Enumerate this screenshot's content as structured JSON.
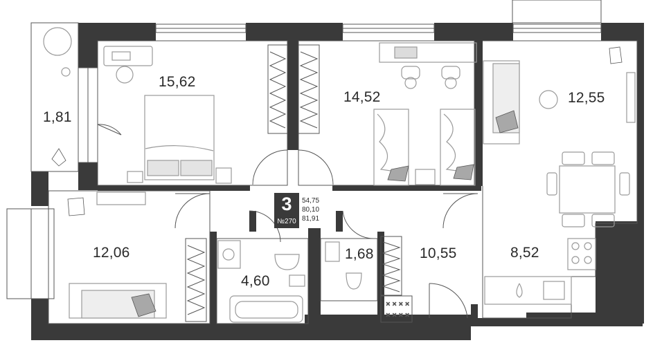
{
  "apartment": {
    "rooms": "3",
    "number": "№270",
    "areas": [
      "54,75",
      "80,10",
      "81,91"
    ]
  },
  "room_areas": {
    "balcony": "1,81",
    "bedroom_master": "15,62",
    "bedroom_kids": "14,52",
    "living": "12,55",
    "bedroom_small": "12,06",
    "bathroom": "4,60",
    "toilet": "1,68",
    "hallway": "10,55",
    "kitchen": "8,52"
  },
  "colors": {
    "wall": "#3a3a3a",
    "line": "#555555",
    "furniture": "#9a9a9a",
    "fabric": "#a8a8a8"
  }
}
